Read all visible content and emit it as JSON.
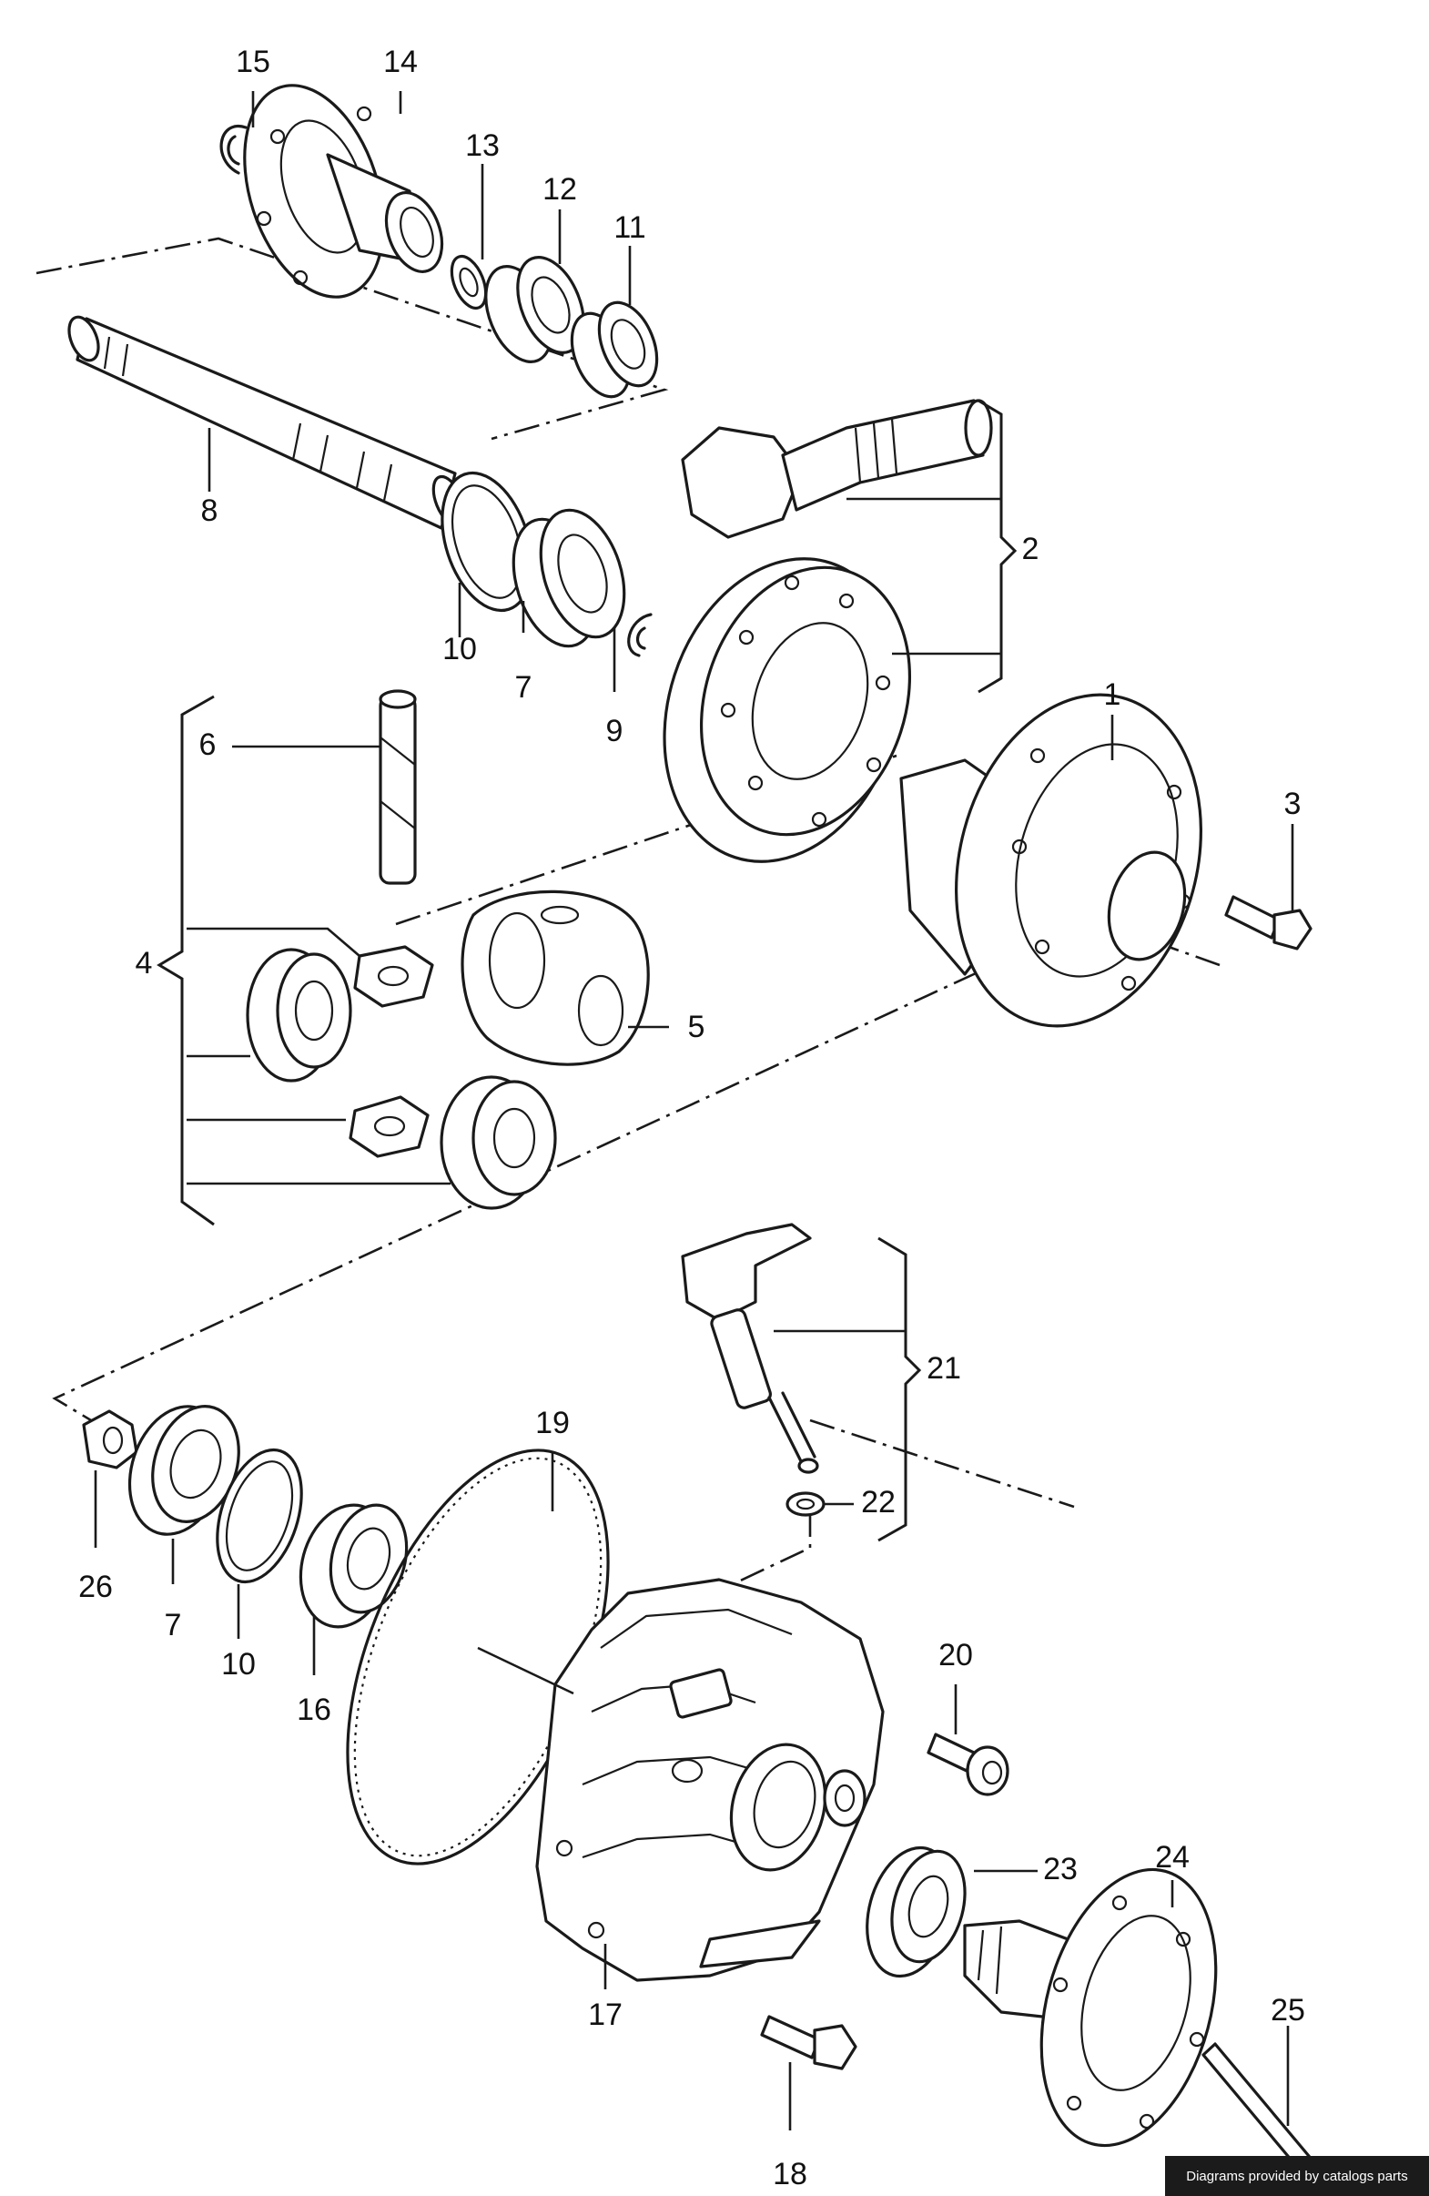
{
  "diagram": {
    "callouts": {
      "c1": "1",
      "c2": "2",
      "c3": "3",
      "c4": "4",
      "c5": "5",
      "c6": "6",
      "c7a": "7",
      "c7b": "7",
      "c8": "8",
      "c9": "9",
      "c10a": "10",
      "c10b": "10",
      "c11": "11",
      "c12": "12",
      "c13": "13",
      "c14": "14",
      "c15": "15",
      "c16": "16",
      "c17": "17",
      "c18": "18",
      "c19": "19",
      "c20": "20",
      "c21": "21",
      "c22": "22",
      "c23": "23",
      "c24": "24",
      "c25": "25",
      "c26": "26"
    }
  },
  "footer": {
    "credit": "Diagrams provided by catalogs parts"
  }
}
